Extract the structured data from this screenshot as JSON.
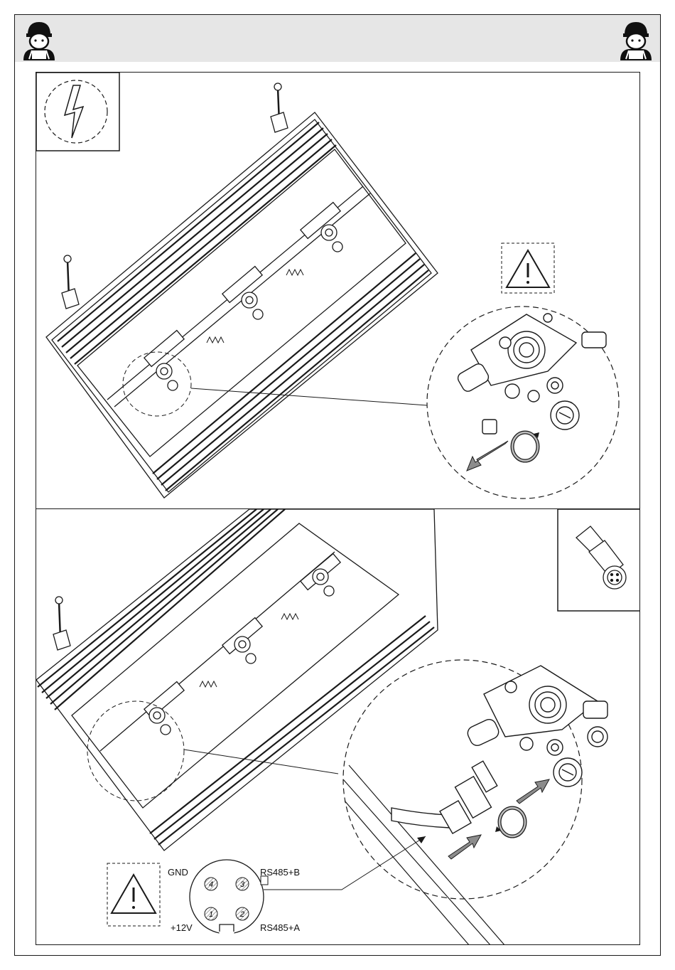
{
  "connector": {
    "pins": [
      {
        "number": "4",
        "label": "GND"
      },
      {
        "number": "3",
        "label": "RS485+B"
      },
      {
        "number": "1",
        "label": "+12V"
      },
      {
        "number": "2",
        "label": "RS485+A"
      }
    ]
  },
  "icons": {
    "technician": "technician-avatar-icon",
    "electric_hazard": "lightning-hazard-icon",
    "warning": "warning-triangle-icon",
    "rotate": "rotate-arrow-icon",
    "move": "direction-arrow-icon",
    "connector_plug": "connector-plug-icon"
  },
  "colors": {
    "line": "#1a1a1a",
    "header_bg": "#e6e6e6",
    "arrow_fill": "#8c8c8c"
  }
}
